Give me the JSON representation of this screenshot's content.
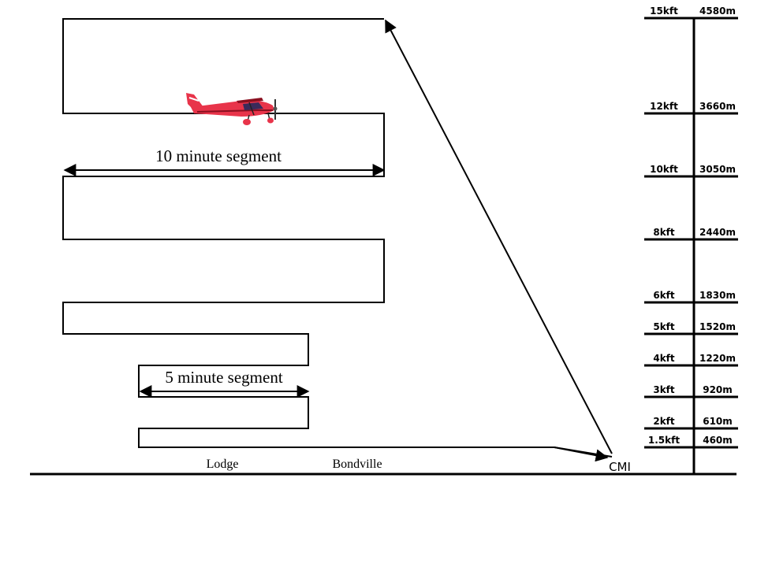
{
  "segments": {
    "long_label": "10 minute segment",
    "short_label": "5 minute segment"
  },
  "locations": {
    "lodge": "Lodge",
    "bondville": "Bondville",
    "cmi": "CMI"
  },
  "altitudes": [
    {
      "kft": "15kft",
      "m": "4580m"
    },
    {
      "kft": "12kft",
      "m": "3660m"
    },
    {
      "kft": "10kft",
      "m": "3050m"
    },
    {
      "kft": "8kft",
      "m": "2440m"
    },
    {
      "kft": "6kft",
      "m": "1830m"
    },
    {
      "kft": "5kft",
      "m": "1520m"
    },
    {
      "kft": "4kft",
      "m": "1220m"
    },
    {
      "kft": "3kft",
      "m": "920m"
    },
    {
      "kft": "2kft",
      "m": "610m"
    },
    {
      "kft": "1.5kft",
      "m": "460m"
    }
  ],
  "colors": {
    "plane_body": "#e8344a",
    "plane_dark": "#8b1020",
    "plane_window": "#3a2a5a"
  },
  "icons": {
    "aircraft": "airplane-icon"
  }
}
